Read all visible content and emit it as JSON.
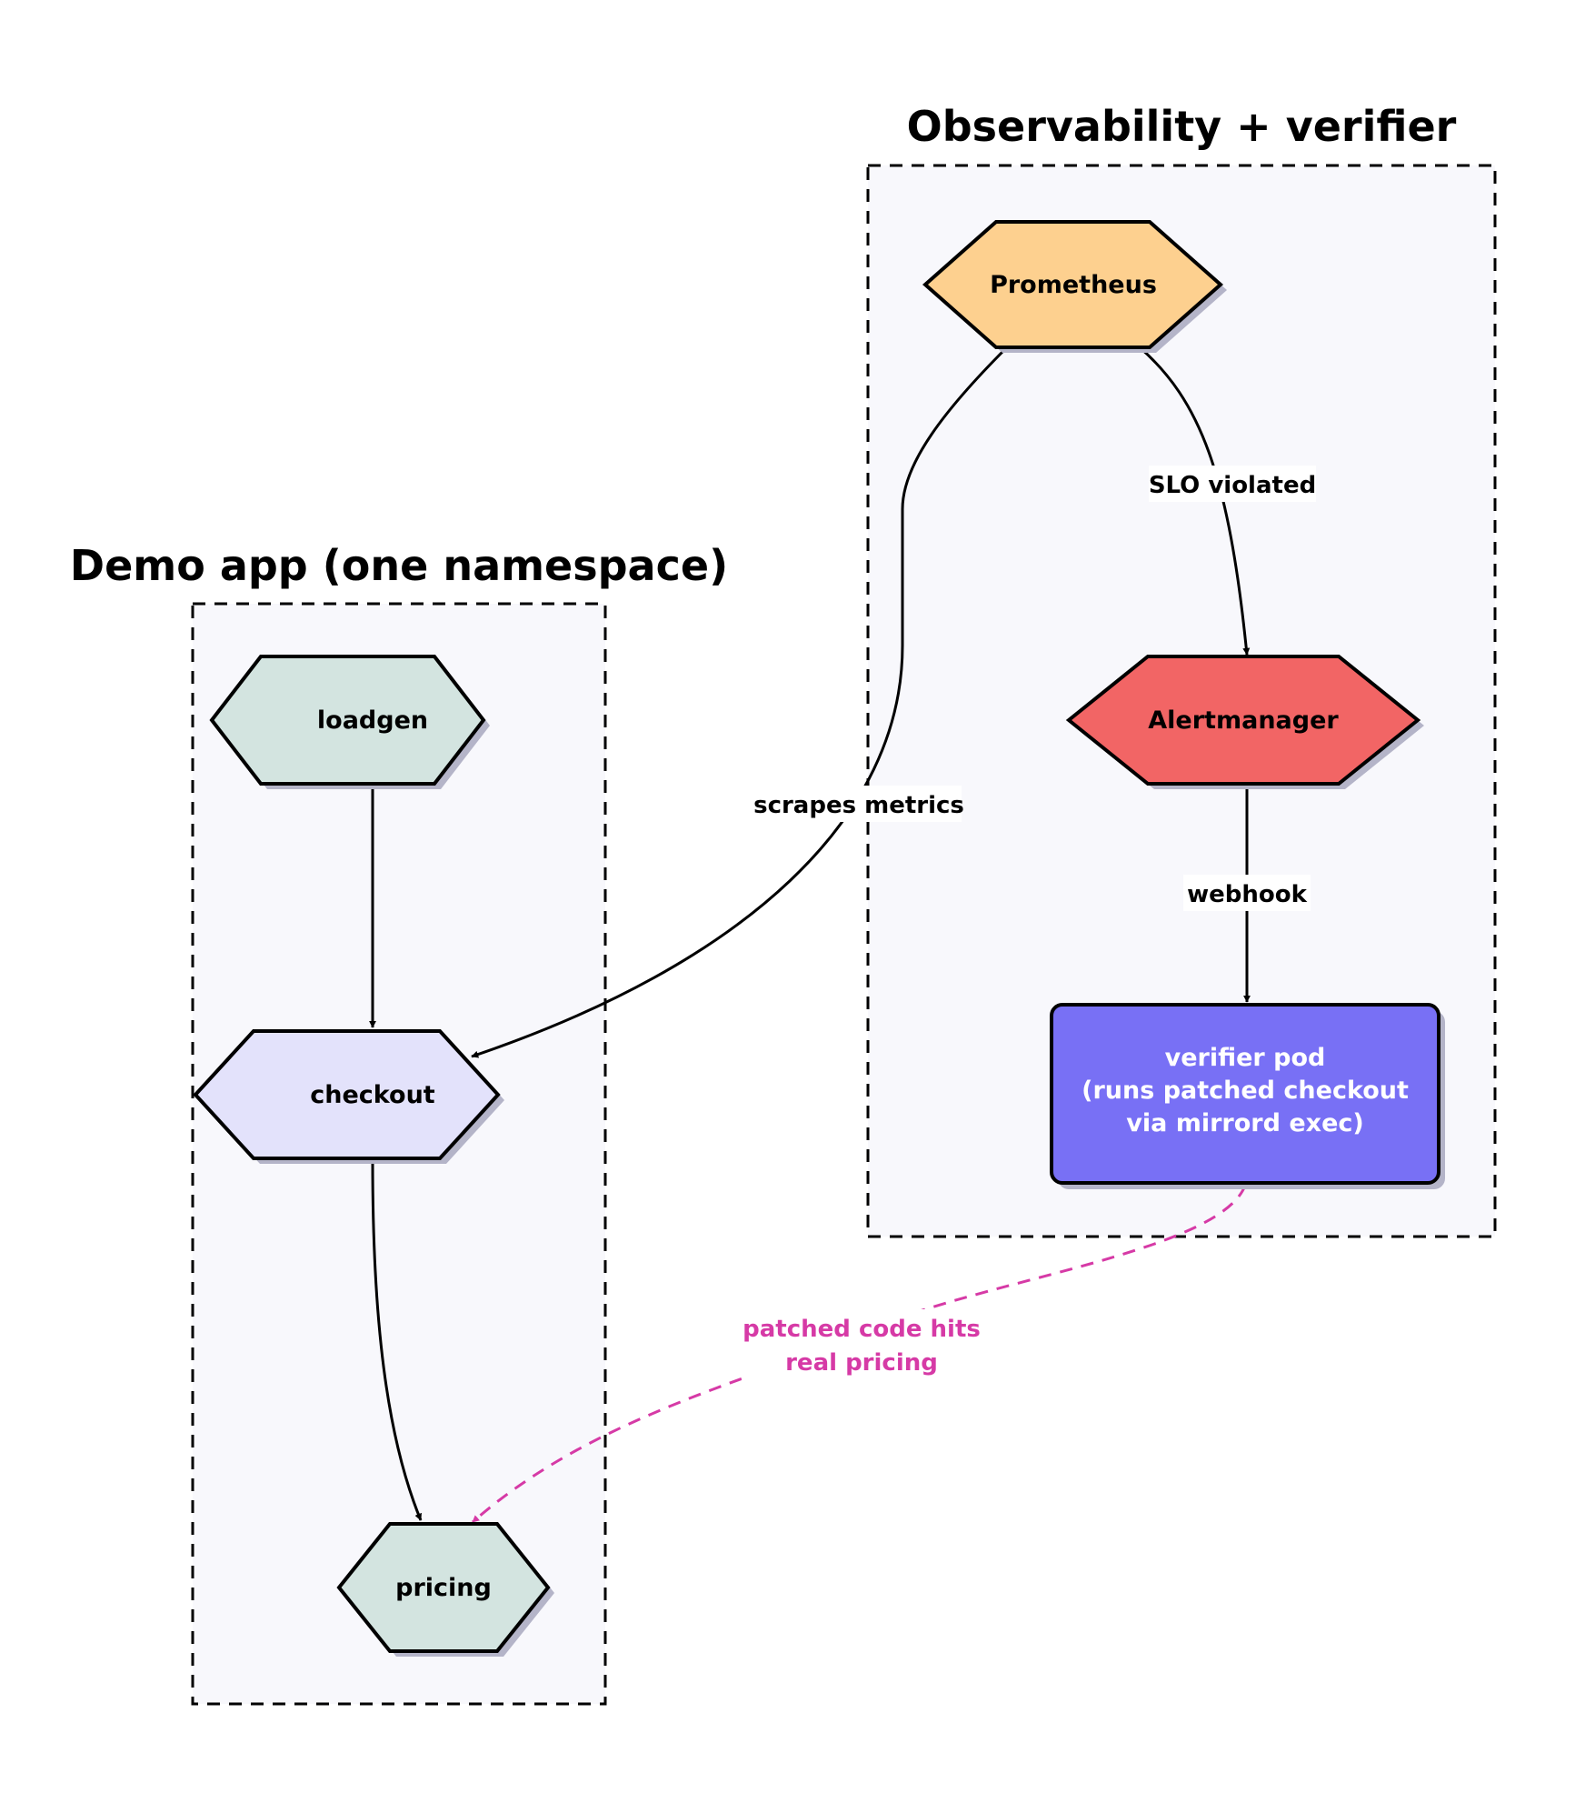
{
  "clusters": {
    "demo": {
      "title": "Demo app (one namespace)"
    },
    "observability": {
      "title": "Observability + verifier"
    }
  },
  "nodes": {
    "loadgen": {
      "label": "loadgen",
      "color": "#d3e4e0"
    },
    "checkout": {
      "label": "checkout",
      "color": "#e3e2fb"
    },
    "pricing": {
      "label": "pricing",
      "color": "#d3e4e0"
    },
    "prometheus": {
      "label": "Prometheus",
      "color": "#fdd08f"
    },
    "alertmanager": {
      "label": "Alertmanager",
      "color": "#f26565"
    },
    "verifier": {
      "lines": [
        "verifier pod",
        "(runs patched checkout",
        "via mirrord exec)"
      ],
      "color": "#7870f5"
    }
  },
  "edges": {
    "scrapes": {
      "label": "scrapes metrics"
    },
    "slo": {
      "label": "SLO violated"
    },
    "webhook": {
      "label": "webhook"
    },
    "patched": {
      "lines": [
        "patched code hits",
        "real pricing"
      ],
      "color": "#d63aa6"
    }
  },
  "colors": {
    "cluster_fill": "#f8f8fc",
    "shadow": "#b4b4c8",
    "stroke": "#000000"
  }
}
